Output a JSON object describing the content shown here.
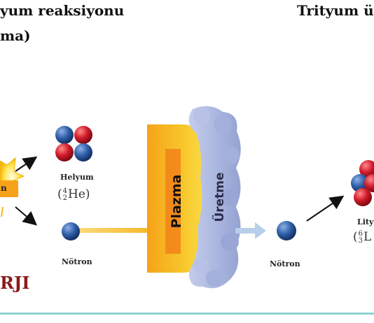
{
  "titles": {
    "left_line1": "yum reaksiyonu",
    "left_line2": "ma)",
    "right_line1": "Trityum ü"
  },
  "labels": {
    "helium_name": "Helyum",
    "helium_formula_base": "He",
    "helium_mass": "4",
    "helium_atomic": "2",
    "neutron_left": "Nötron",
    "neutron_right": "Nötron",
    "lithium_name": "Lity",
    "lithium_formula_base": "L",
    "lithium_mass": "6",
    "lithium_atomic": "3",
    "plasma": "Plazma",
    "production": "Üretme",
    "energy": "RJI",
    "reaction_tag": "n"
  },
  "colors": {
    "proton": "#d11a2a",
    "neutron": "#2f5fa8",
    "plasma_orange": "#f2a11a",
    "blanket": "#a7b3d8",
    "energy_text": "#8b1a1a",
    "accent_line": "#8fd3d0"
  }
}
